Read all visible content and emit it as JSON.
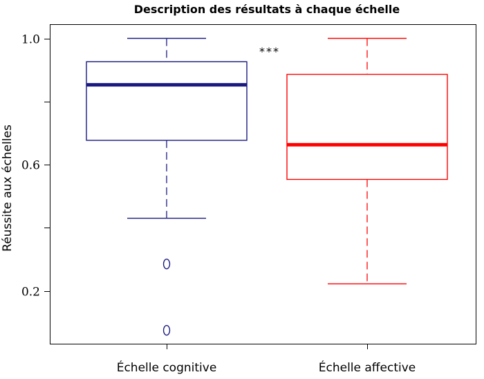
{
  "chart_data": {
    "type": "box",
    "title": "Description des résultats à chaque échelle",
    "xlabel": "",
    "ylabel": "Réussite aux échelles",
    "ylim": [
      0.03,
      1.06
    ],
    "yticks": [
      0.2,
      0.4,
      0.6,
      0.8,
      1.0
    ],
    "ytick_labels": [
      "0.2",
      "",
      "0.6",
      "",
      "1.0"
    ],
    "categories": [
      "Échelle cognitive",
      "Échelle affective"
    ],
    "series": [
      {
        "name": "Échelle cognitive",
        "color": "#1a1a80",
        "whisker_low": 0.43,
        "q1": 0.677,
        "median": 0.853,
        "q3": 0.926,
        "whisker_high": 1.0,
        "outliers": [
          0.285,
          0.075
        ]
      },
      {
        "name": "Échelle affective",
        "color": "#ff0000",
        "whisker_low": 0.222,
        "q1": 0.553,
        "median": 0.663,
        "q3": 0.886,
        "whisker_high": 1.0,
        "outliers": []
      }
    ],
    "annotations": [
      {
        "text": "***"
      }
    ],
    "grid": false,
    "legend": "none"
  }
}
